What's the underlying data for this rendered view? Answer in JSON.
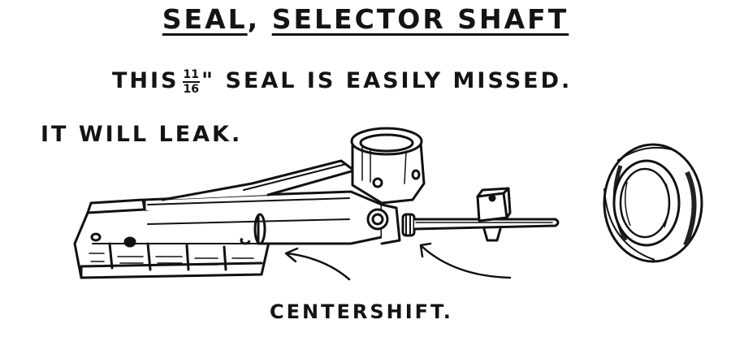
{
  "title": {
    "part1": "SEAL",
    "separator": ", ",
    "part2": "SELECTOR SHAFT"
  },
  "note": {
    "before": "THIS",
    "fraction_numerator": "11",
    "fraction_denominator": "16",
    "inch_mark": "\"",
    "after": "SEAL IS EASILY MISSED."
  },
  "warning": "IT WILL LEAK.",
  "caption": "CENTERSHIFT.",
  "icons": [
    "centershift-housing",
    "seal-ring",
    "pointer-arrow"
  ]
}
